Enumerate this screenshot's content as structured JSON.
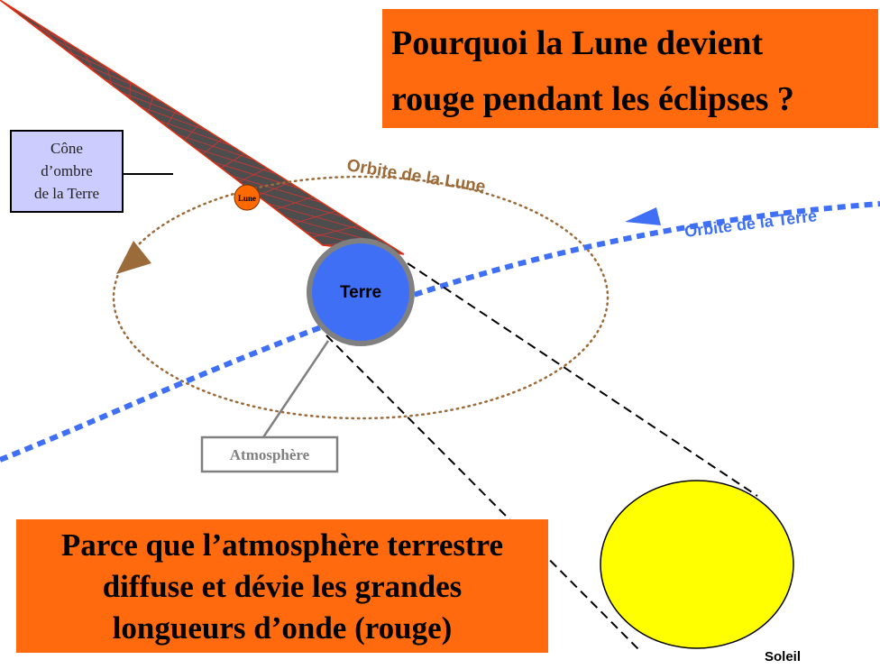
{
  "question": {
    "line1": "Pourquoi la Lune devient",
    "line2": "rouge pendant les éclipses ?"
  },
  "answer": {
    "line1": "Parce que l’atmosphère terrestre",
    "line2": "diffuse et dévie les grandes",
    "line3": "longueurs d’onde (rouge)"
  },
  "labels": {
    "cone_line1": "Cône",
    "cone_line2": "d’ombre",
    "cone_line3": "de la Terre",
    "moon": "Lune",
    "earth": "Terre",
    "sun": "Soleil",
    "atmosphere": "Atmosphère",
    "moon_orbit": "Orbite de la Lune",
    "earth_orbit": "Orbite de la Terre"
  },
  "colors": {
    "box_orange": "#ff6a0e",
    "earth_blue": "#3f6ff5",
    "earth_rim": "#808080",
    "sun_yellow": "#ffff00",
    "moon_orange": "#ff6a00",
    "moon_orbit_brown": "#9c6b3a",
    "earth_orbit_blue": "#3f6ff5",
    "cone_label_bg": "#ccccff"
  }
}
